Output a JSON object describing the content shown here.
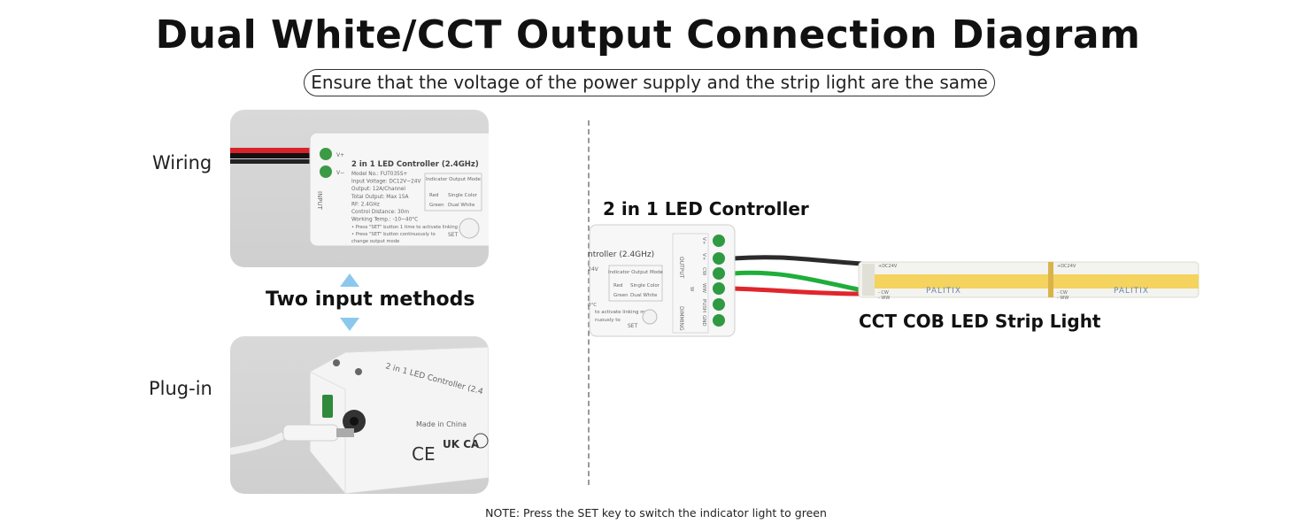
{
  "header": {
    "title": "Dual White/CCT Output Connection Diagram",
    "subtitle": "Ensure that the voltage of the power supply and the strip light are the same"
  },
  "left": {
    "wiring_label": "Wiring",
    "plugin_label": "Plug-in",
    "methods_label": "Two input methods",
    "wiring_device": {
      "name": "2 in 1 LED Controller (2.4GHz)",
      "spec_lines": [
        "Model No.: FUT035S+",
        "Input Voltage: DC12V~24V",
        "Output: 12A/Channel",
        "Total Output: Max 15A",
        "RF: 2.4GHz",
        "Control Distance: 30m",
        "Working Temp.: -10~40°C"
      ],
      "notes": [
        "• Press \"SET\" button 1 time to activate linking mode",
        "• Press \"SET\" button continuously to",
        "change output mode"
      ],
      "indicator_header": "Indicator Output Mode",
      "indicator_rows": [
        {
          "color": "Red",
          "mode": "Single Color"
        },
        {
          "color": "Green",
          "mode": "Dual White"
        }
      ],
      "set_label": "SET",
      "input_label": "INPUT",
      "terminals": [
        "V+",
        "V−"
      ]
    },
    "plugin_device": {
      "top_text": "2 in 1 LED Controller (2.4",
      "made_in": "Made in China",
      "marks": [
        "CE",
        "UK CA"
      ]
    }
  },
  "right": {
    "controller_label": "2 in 1 LED Controller",
    "strip_label": "CCT COB LED Strip Light",
    "device": {
      "name_fragment": "ntroller (2.4GHz)",
      "voltage_fragment": "24V",
      "indicator_header": "Indicator Output Mode",
      "indicator_rows": [
        {
          "color": "Red",
          "mode": "Single Color"
        },
        {
          "color": "Green",
          "mode": "Dual White"
        }
      ],
      "note_lines": [
        "to activate linking mode",
        "nuously to"
      ],
      "temp_fragment": "0°C",
      "set_label": "SET",
      "output_label": "OUTPUT",
      "dimming_label": "DIMMING",
      "output_terminals": [
        "V+",
        "V+",
        "CW",
        "WW"
      ],
      "channel_marks": [
        "V+",
        "V+",
        "W",
        "W"
      ],
      "dimming_terminals": [
        "PUSH",
        "GND"
      ]
    },
    "strip": {
      "brand": "PALITIX",
      "pad_labels": {
        "v": "+DC24V",
        "cw": "- CW",
        "ww": "- WW"
      }
    },
    "wire_colors": {
      "black": "#2b2b2b",
      "green": "#1fae3a",
      "red": "#e0262c"
    }
  },
  "footer": {
    "note": "NOTE: Press the SET key to switch the indicator light to green"
  }
}
